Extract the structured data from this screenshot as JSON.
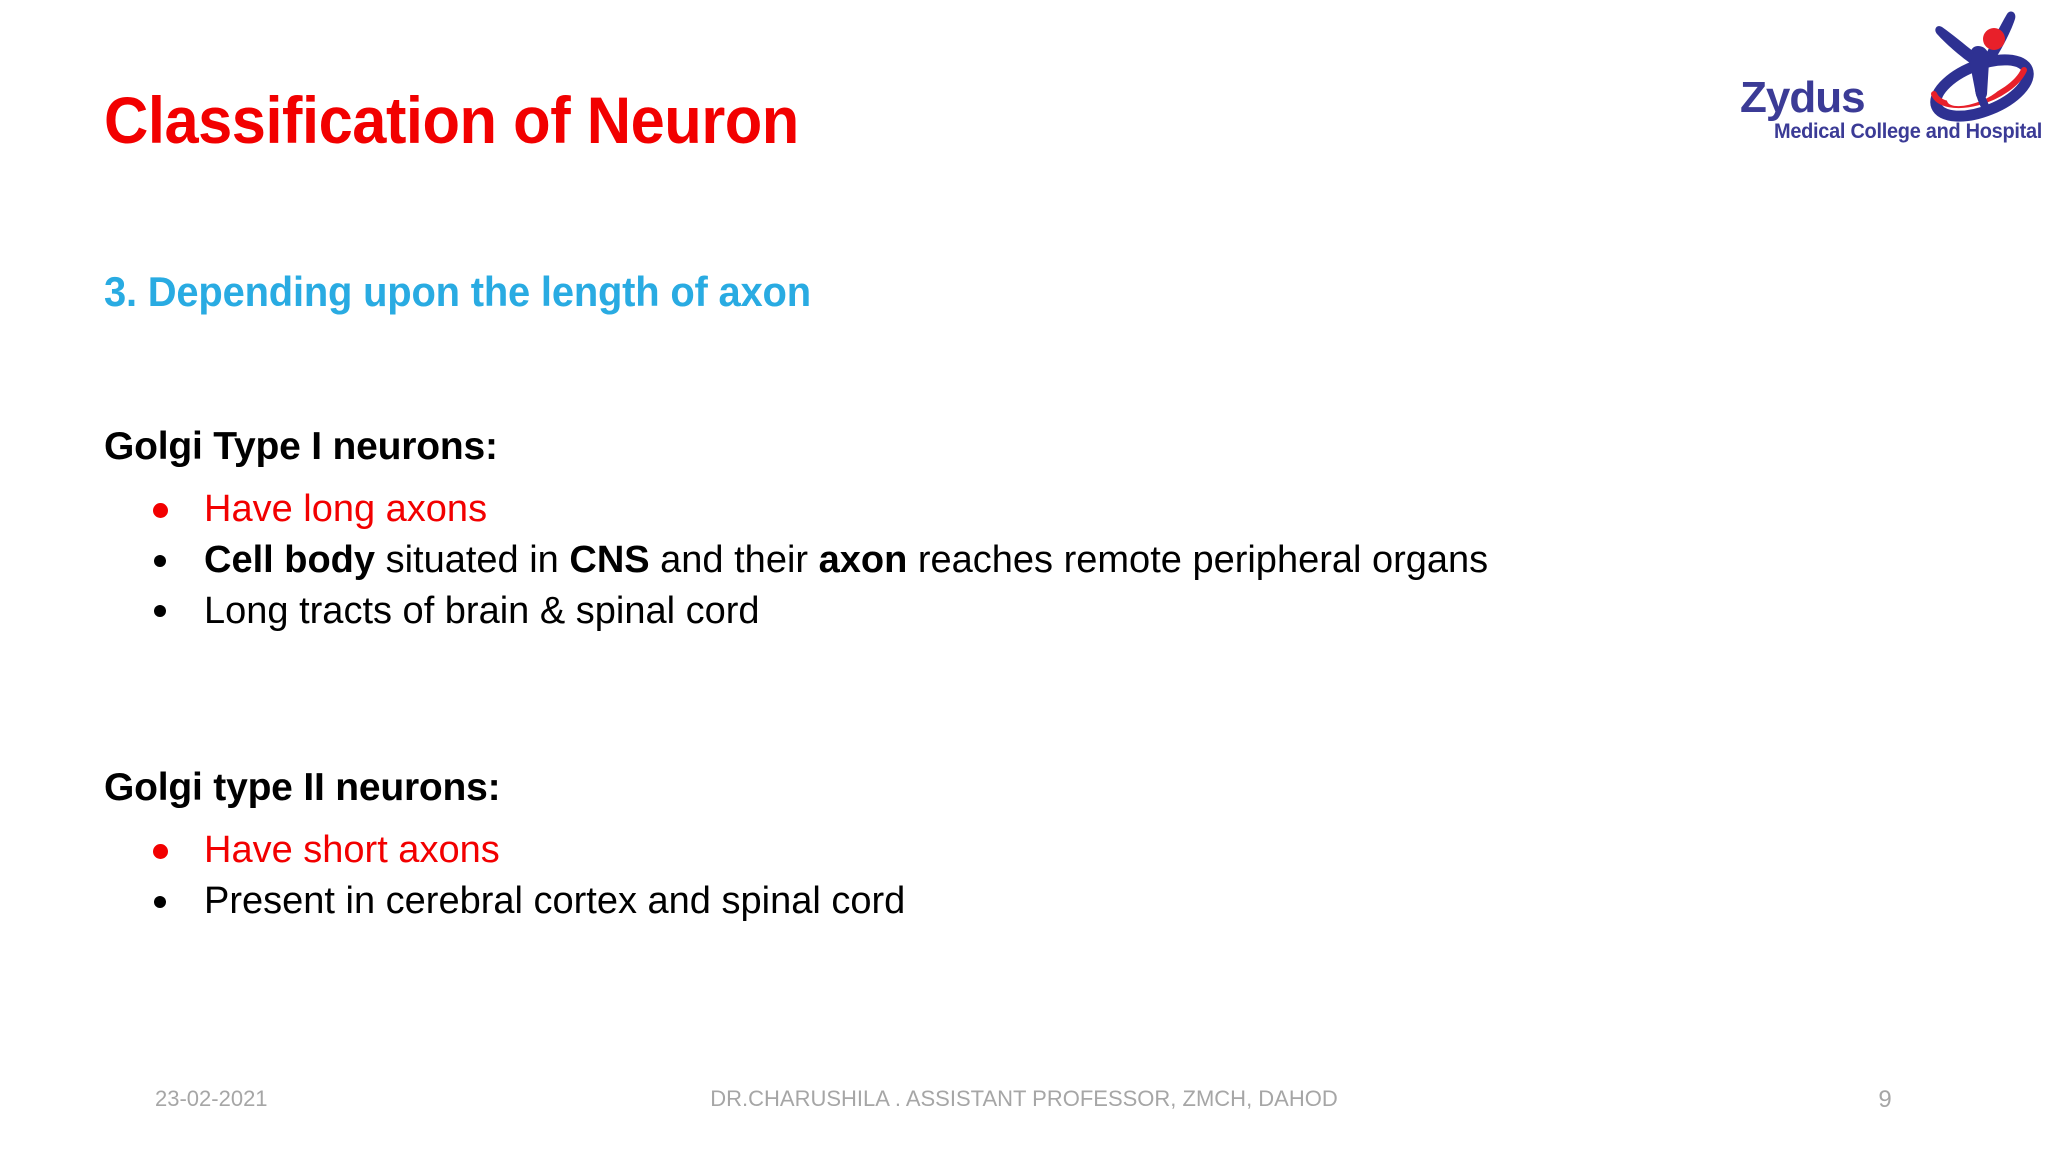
{
  "slide": {
    "title": "Classification of Neuron",
    "subtitle": "3. Depending upon the length of axon",
    "colors": {
      "title_red": "#f20000",
      "subtitle_blue": "#29abe2",
      "body_black": "#000000",
      "logo_blue": "#3b3b96",
      "logo_red": "#e8202a",
      "footer_gray": "#a6a6a6",
      "background": "#ffffff"
    }
  },
  "logo": {
    "wordmark": "Zydus",
    "tagline": "Medical College and Hospital"
  },
  "sections": [
    {
      "heading": "Golgi Type I neurons:",
      "bullets": [
        {
          "color": "red",
          "runs": [
            {
              "text": "Have long axons",
              "bold": false
            }
          ]
        },
        {
          "color": "black",
          "runs": [
            {
              "text": "Cell body",
              "bold": true
            },
            {
              "text": " situated in ",
              "bold": false
            },
            {
              "text": "CNS",
              "bold": true
            },
            {
              "text": " and their ",
              "bold": false
            },
            {
              "text": "axon",
              "bold": true
            },
            {
              "text": " reaches remote peripheral organs",
              "bold": false
            }
          ]
        },
        {
          "color": "black",
          "runs": [
            {
              "text": "Long tracts of brain & spinal cord",
              "bold": false
            }
          ]
        }
      ]
    },
    {
      "heading": "Golgi type II neurons:",
      "bullets": [
        {
          "color": "red",
          "runs": [
            {
              "text": "Have short axons",
              "bold": false
            }
          ]
        },
        {
          "color": "black",
          "runs": [
            {
              "text": "Present in cerebral cortex and spinal cord",
              "bold": false
            }
          ]
        }
      ]
    }
  ],
  "footer": {
    "date": "23-02-2021",
    "attribution": "DR.CHARUSHILA . ASSISTANT PROFESSOR, ZMCH, DAHOD",
    "page_number": "9"
  }
}
